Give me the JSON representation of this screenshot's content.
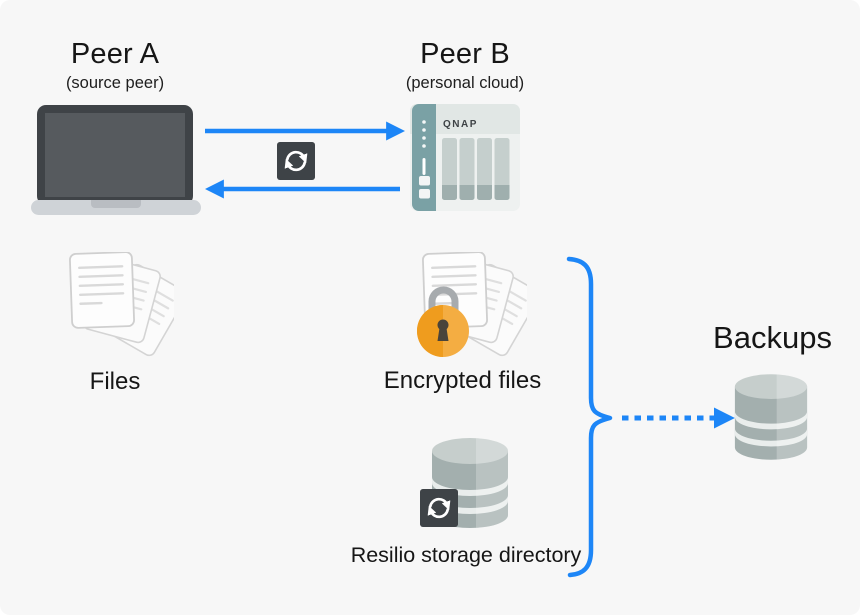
{
  "canvas": {
    "background_color": "#f7f7f7",
    "accent_blue": "#1d86f7",
    "lock_orange": "#ef9c1e",
    "sync_box_color": "#3e4347"
  },
  "peer_a": {
    "title": "Peer A",
    "subtitle": "(source peer)",
    "device": "laptop",
    "file_stack_label": "Files"
  },
  "peer_b": {
    "title": "Peer B",
    "subtitle": "(personal cloud)",
    "device": "qnap-nas",
    "brand": "QNAP",
    "encrypted_label": "Encrypted files",
    "storage_label": "Resilio storage directory"
  },
  "backups": {
    "title": "Backups",
    "device": "database"
  },
  "connections": {
    "peer_a_to_peer_b": "solid-arrow-right",
    "peer_b_to_peer_a": "solid-arrow-left",
    "between_peers_icon": "two-way-sync",
    "group_to_backups": "dotted-arrow-right"
  }
}
